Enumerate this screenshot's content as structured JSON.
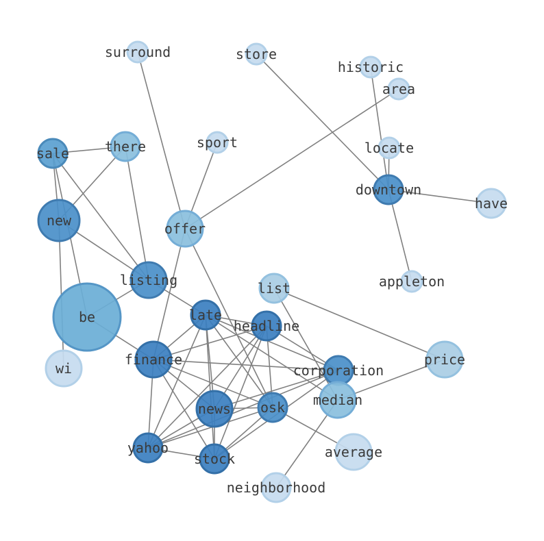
{
  "diagram": {
    "nodes": [
      {
        "id": "surround",
        "label": "surround",
        "weight": 1,
        "shade": 1
      },
      {
        "id": "store",
        "label": "store",
        "weight": 1,
        "shade": 1
      },
      {
        "id": "historic",
        "label": "historic",
        "weight": 1,
        "shade": 1
      },
      {
        "id": "area",
        "label": "area",
        "weight": 1,
        "shade": 1
      },
      {
        "id": "sale",
        "label": "sale",
        "weight": 3,
        "shade": 5
      },
      {
        "id": "there",
        "label": "there",
        "weight": 3,
        "shade": 3
      },
      {
        "id": "sport",
        "label": "sport",
        "weight": 1,
        "shade": 1
      },
      {
        "id": "locate",
        "label": "locate",
        "weight": 1,
        "shade": 1
      },
      {
        "id": "downtown",
        "label": "downtown",
        "weight": 3,
        "shade": 6
      },
      {
        "id": "have",
        "label": "have",
        "weight": 2,
        "shade": 1
      },
      {
        "id": "new",
        "label": "new",
        "weight": 6,
        "shade": 6
      },
      {
        "id": "offer",
        "label": "offer",
        "weight": 5,
        "shade": 3
      },
      {
        "id": "listing",
        "label": "listing",
        "weight": 5,
        "shade": 6
      },
      {
        "id": "list",
        "label": "list",
        "weight": 3,
        "shade": 2
      },
      {
        "id": "appleton",
        "label": "appleton",
        "weight": 1,
        "shade": 1
      },
      {
        "id": "be",
        "label": "be",
        "weight": 10,
        "shade": 4
      },
      {
        "id": "late",
        "label": "late",
        "weight": 3,
        "shade": 7
      },
      {
        "id": "headline",
        "label": "headline",
        "weight": 3,
        "shade": 7
      },
      {
        "id": "wi",
        "label": "wi",
        "weight": 4,
        "shade": 1
      },
      {
        "id": "finance",
        "label": "finance",
        "weight": 5,
        "shade": 7
      },
      {
        "id": "corporation",
        "label": "corporation",
        "weight": 3,
        "shade": 6
      },
      {
        "id": "price",
        "label": "price",
        "weight": 4,
        "shade": 2
      },
      {
        "id": "median",
        "label": "median",
        "weight": 4,
        "shade": 3
      },
      {
        "id": "news",
        "label": "news",
        "weight": 5,
        "shade": 7
      },
      {
        "id": "osk",
        "label": "osk",
        "weight": 3,
        "shade": 6
      },
      {
        "id": "yahoo",
        "label": "yahoo",
        "weight": 3,
        "shade": 7
      },
      {
        "id": "average",
        "label": "average",
        "weight": 4,
        "shade": 1
      },
      {
        "id": "stock",
        "label": "stock",
        "weight": 3,
        "shade": 7
      },
      {
        "id": "neighborhood",
        "label": "neighborhood",
        "weight": 3,
        "shade": 1
      }
    ],
    "edges": [
      [
        "surround",
        "offer"
      ],
      [
        "store",
        "downtown"
      ],
      [
        "historic",
        "downtown"
      ],
      [
        "area",
        "offer"
      ],
      [
        "locate",
        "downtown"
      ],
      [
        "downtown",
        "have"
      ],
      [
        "downtown",
        "appleton"
      ],
      [
        "sport",
        "offer"
      ],
      [
        "offer",
        "finance"
      ],
      [
        "offer",
        "osk"
      ],
      [
        "sale",
        "there"
      ],
      [
        "sale",
        "new"
      ],
      [
        "sale",
        "listing"
      ],
      [
        "sale",
        "be"
      ],
      [
        "there",
        "new"
      ],
      [
        "there",
        "listing"
      ],
      [
        "new",
        "listing"
      ],
      [
        "new",
        "wi"
      ],
      [
        "listing",
        "be"
      ],
      [
        "listing",
        "late"
      ],
      [
        "be",
        "finance"
      ],
      [
        "list",
        "price"
      ],
      [
        "list",
        "median"
      ],
      [
        "late",
        "headline"
      ],
      [
        "late",
        "finance"
      ],
      [
        "late",
        "news"
      ],
      [
        "late",
        "yahoo"
      ],
      [
        "late",
        "stock"
      ],
      [
        "late",
        "osk"
      ],
      [
        "late",
        "corporation"
      ],
      [
        "late",
        "median"
      ],
      [
        "headline",
        "finance"
      ],
      [
        "headline",
        "news"
      ],
      [
        "headline",
        "yahoo"
      ],
      [
        "headline",
        "stock"
      ],
      [
        "headline",
        "osk"
      ],
      [
        "headline",
        "corporation"
      ],
      [
        "finance",
        "news"
      ],
      [
        "finance",
        "yahoo"
      ],
      [
        "finance",
        "stock"
      ],
      [
        "finance",
        "osk"
      ],
      [
        "finance",
        "corporation"
      ],
      [
        "news",
        "osk"
      ],
      [
        "news",
        "yahoo"
      ],
      [
        "news",
        "stock"
      ],
      [
        "news",
        "corporation"
      ],
      [
        "osk",
        "yahoo"
      ],
      [
        "osk",
        "stock"
      ],
      [
        "osk",
        "average"
      ],
      [
        "corporation",
        "yahoo"
      ],
      [
        "corporation",
        "stock"
      ],
      [
        "yahoo",
        "stock"
      ],
      [
        "median",
        "price"
      ],
      [
        "median",
        "neighborhood"
      ]
    ],
    "palette": [
      "#dbe8f6",
      "#c6dbef",
      "#a9cde4",
      "#8abfdd",
      "#6aaed6",
      "#5a9fd0",
      "#4a8fc9",
      "#3b7fc0"
    ]
  }
}
